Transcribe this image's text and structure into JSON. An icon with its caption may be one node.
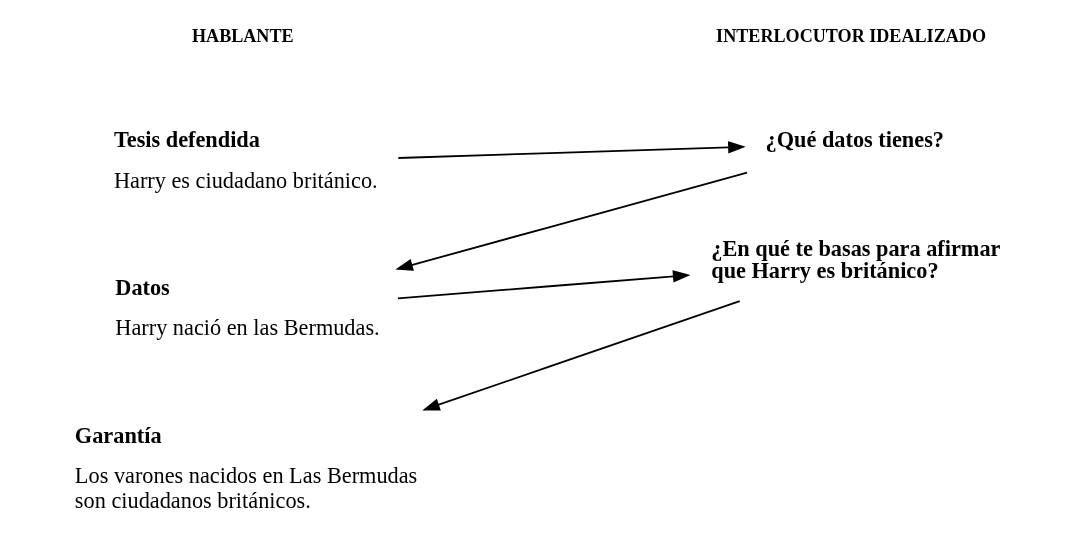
{
  "diagram": {
    "nodes": [
      {
        "text": [
          "Tesis defendida",
          "Harry es ciudadano británico."
        ]
      },
      {
        "text": [
          "¿Qué datos tienes?"
        ]
      },
      {
        "text": [
          "Datos",
          "Harry nació en las Bermudas."
        ]
      },
      {
        "text": [
          "¿En qué te basas para afirmar que Harry es británico?"
        ]
      },
      {
        "text": [
          "Garantía",
          "Los varones nacidos en Las Bermudas son ciudadanos británicos."
        ]
      }
    ],
    "edges": [
      {
        "from": 0,
        "to": 1,
        "arrow": "to"
      },
      {
        "from": 1,
        "to": 2,
        "arrow": "to"
      },
      {
        "from": 2,
        "to": 3,
        "arrow": "to"
      },
      {
        "from": 3,
        "to": 4,
        "arrow": "to"
      }
    ],
    "labels": [
      "HABLANTE",
      "INTERLOCUTOR IDEALIZADO"
    ]
  }
}
